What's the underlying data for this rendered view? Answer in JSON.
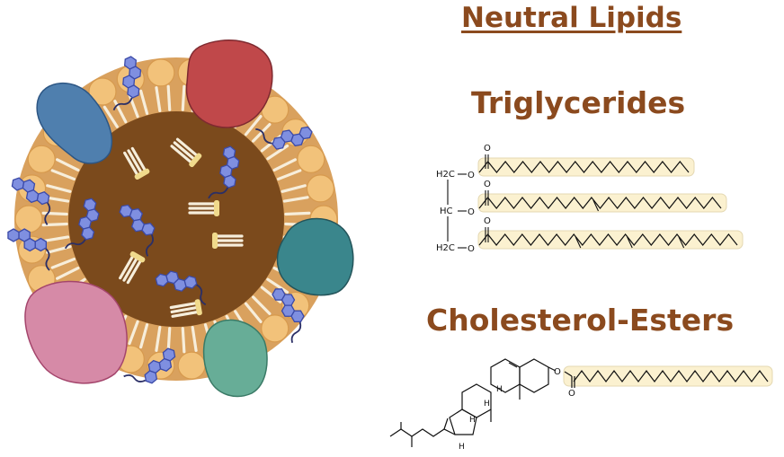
{
  "headings": {
    "title": "Neutral Lipids",
    "triglycerides": "Triglycerides",
    "cholesterol_esters": "Cholesterol-Esters"
  },
  "structure_labels": {
    "ch2_top": "H2C",
    "ch": "HC",
    "ch2_bottom": "H2C",
    "ester_o": "O",
    "carbonyl_o": "O",
    "stereo_h": "H"
  },
  "colors": {
    "heading": "#8B4A1E",
    "core": "#7B4A1C",
    "phospholipid_head": "#F2C27A",
    "sterol_ring": "#7F8FE0",
    "chain_highlight": "#FBF1D0",
    "protein_red": "#C0484A",
    "protein_blue": "#4F7FAE",
    "protein_teal": "#3A868C",
    "protein_pink": "#D68AA7",
    "protein_green": "#67AD97"
  }
}
